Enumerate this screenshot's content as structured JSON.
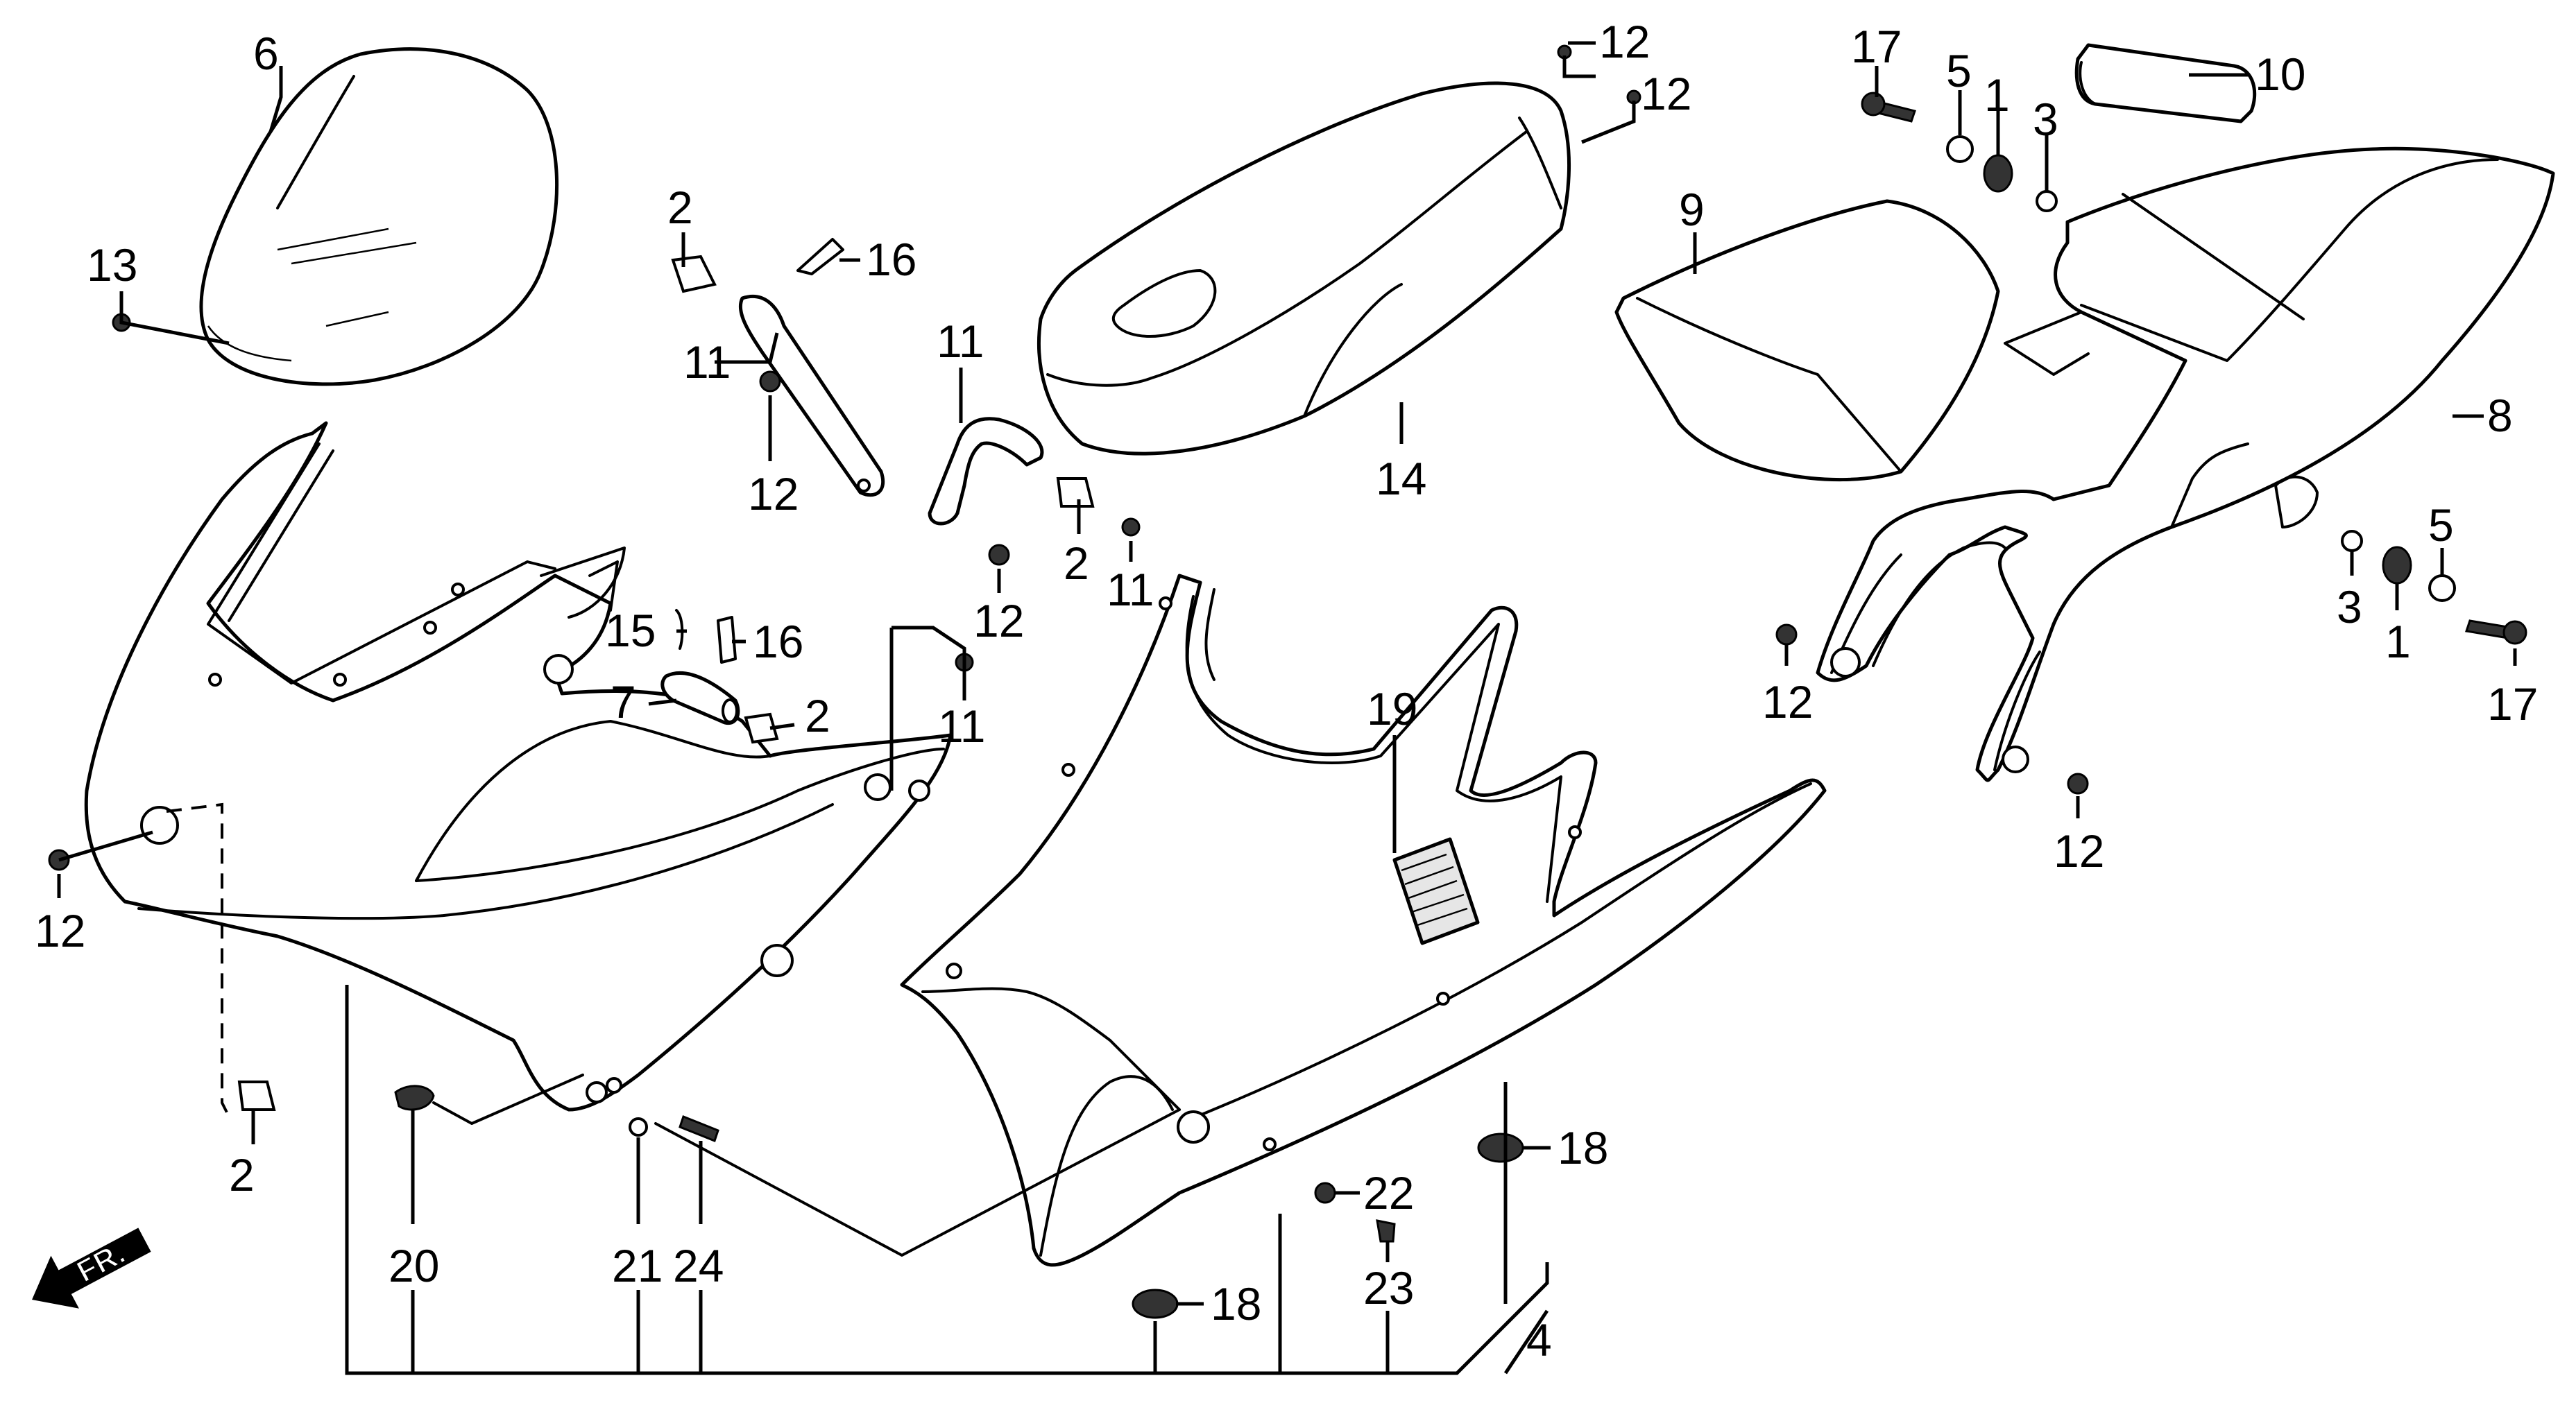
{
  "callouts": {
    "c1a": "1",
    "c1b": "1",
    "c2a": "2",
    "c2b": "2",
    "c2c": "2",
    "c2d": "2",
    "c3a": "3",
    "c3b": "3",
    "c4": "4",
    "c5a": "5",
    "c5b": "5",
    "c6": "6",
    "c7": "7",
    "c8": "8",
    "c9": "9",
    "c10": "10",
    "c11a": "11",
    "c11b": "11",
    "c11c": "11",
    "c11d": "11",
    "c12a": "12",
    "c12b": "12",
    "c12c": "12",
    "c12d": "12",
    "c12e": "12",
    "c12f": "12",
    "c12g": "12",
    "c13": "13",
    "c14": "14",
    "c15": "15",
    "c16a": "16",
    "c16b": "16",
    "c17a": "17",
    "c17b": "17",
    "c18a": "18",
    "c18b": "18",
    "c19": "19",
    "c20": "20",
    "c21": "21",
    "c22": "22",
    "c23": "23",
    "c24": "24"
  },
  "direction_label": "FR.",
  "icons": {
    "front_arrow": "front-direction-arrow-icon"
  }
}
